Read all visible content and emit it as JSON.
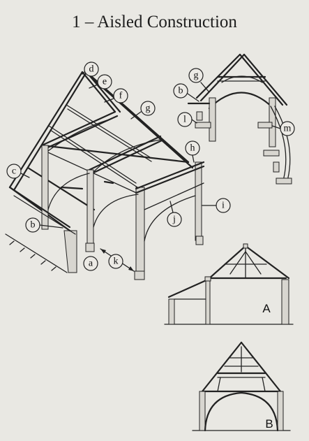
{
  "title": "1 – Aisled Construction",
  "callouts": {
    "a": "a",
    "b": "b",
    "c": "c",
    "d": "d",
    "e": "e",
    "f": "f",
    "g": "g",
    "h": "h",
    "i": "i",
    "j": "j",
    "k": "k",
    "l": "l",
    "m": "m"
  },
  "section_labels": {
    "A": "A",
    "B": "B"
  }
}
